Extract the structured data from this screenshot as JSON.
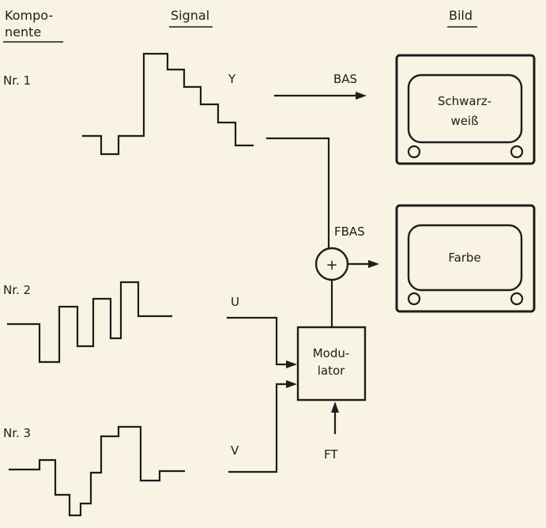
{
  "headers": {
    "component_line1": "Kompo-",
    "component_line2": "nente",
    "signal": "Signal",
    "picture": "Bild"
  },
  "components": {
    "nr1": "Nr. 1",
    "nr2": "Nr. 2",
    "nr3": "Nr. 3"
  },
  "signals": {
    "y": "Y",
    "u": "U",
    "v": "V",
    "bas": "BAS",
    "fbas": "FBAS",
    "ft": "FT"
  },
  "adder": {
    "symbol": "+"
  },
  "modulator": {
    "line1": "Modu-",
    "line2": "lator"
  },
  "tv_bw": {
    "line1": "Schwarz-",
    "line2": "weiß"
  },
  "tv_color": {
    "label": "Farbe"
  }
}
